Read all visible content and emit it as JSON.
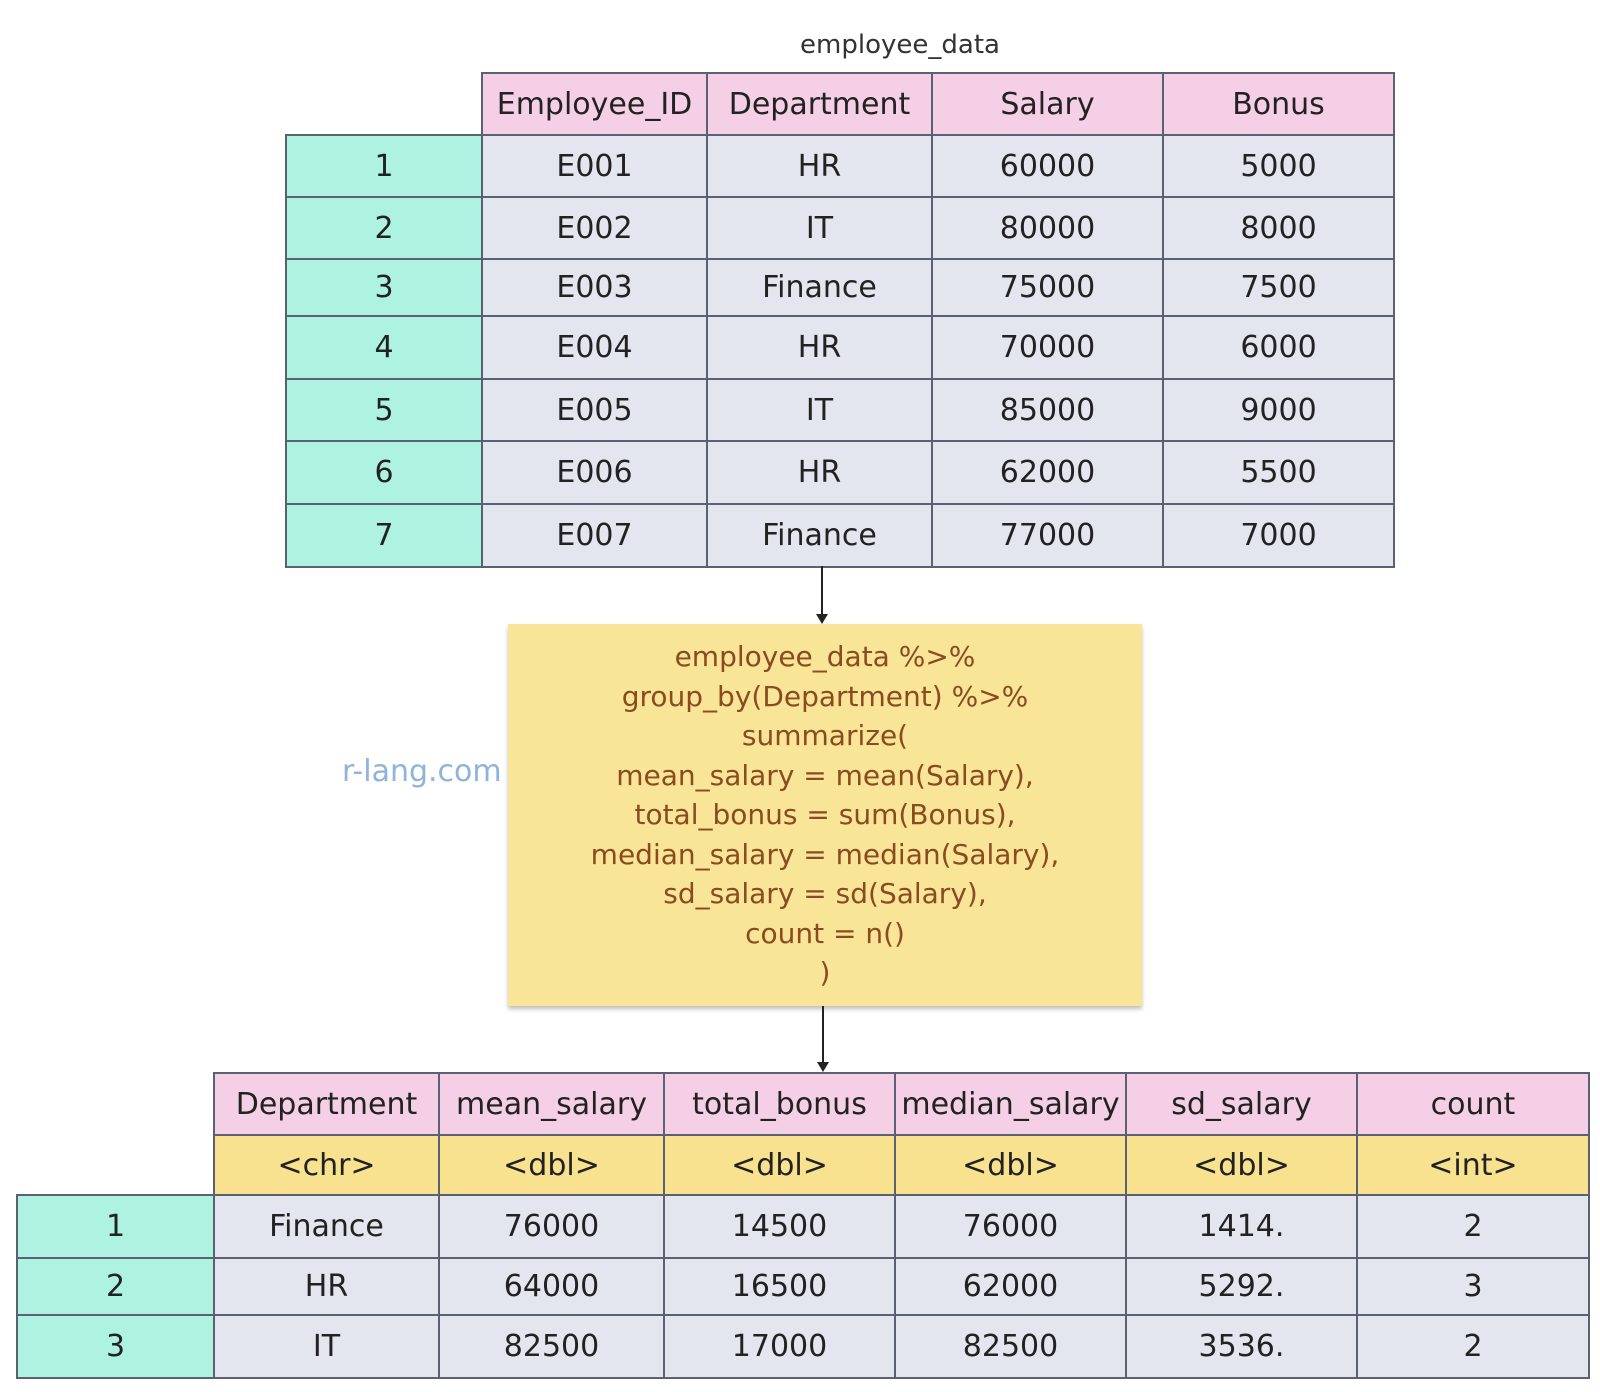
{
  "input_table": {
    "title": "employee_data",
    "columns": [
      "Employee_ID",
      "Department",
      "Salary",
      "Bonus"
    ],
    "rows": [
      {
        "index": "1",
        "cells": [
          "E001",
          "HR",
          "60000",
          "5000"
        ]
      },
      {
        "index": "2",
        "cells": [
          "E002",
          "IT",
          "80000",
          "8000"
        ]
      },
      {
        "index": "3",
        "cells": [
          "E003",
          "Finance",
          "75000",
          "7500"
        ]
      },
      {
        "index": "4",
        "cells": [
          "E004",
          "HR",
          "70000",
          "6000"
        ]
      },
      {
        "index": "5",
        "cells": [
          "E005",
          "IT",
          "85000",
          "9000"
        ]
      },
      {
        "index": "6",
        "cells": [
          "E006",
          "HR",
          "62000",
          "5500"
        ]
      },
      {
        "index": "7",
        "cells": [
          "E007",
          "Finance",
          "77000",
          "7000"
        ]
      }
    ]
  },
  "code": {
    "lines": [
      "employee_data %>%",
      "group_by(Department) %>%",
      "summarize(",
      "mean_salary = mean(Salary),",
      "total_bonus = sum(Bonus),",
      "median_salary = median(Salary),",
      "sd_salary = sd(Salary),",
      "count = n()",
      ")"
    ]
  },
  "watermark": "r-lang.com",
  "output_table": {
    "columns": [
      "Department",
      "mean_salary",
      "total_bonus",
      "median_salary",
      "sd_salary",
      "count"
    ],
    "types": [
      "<chr>",
      "<dbl>",
      "<dbl>",
      "<dbl>",
      "<dbl>",
      "<int>"
    ],
    "rows": [
      {
        "index": "1",
        "cells": [
          "Finance",
          "76000",
          "14500",
          "76000",
          "1414.",
          "2"
        ]
      },
      {
        "index": "2",
        "cells": [
          "HR",
          "64000",
          "16500",
          "62000",
          "5292.",
          "3"
        ]
      },
      {
        "index": "3",
        "cells": [
          "IT",
          "82500",
          "17000",
          "82500",
          "3536.",
          "2"
        ]
      }
    ]
  },
  "colors": {
    "header_bg": "#f5cfe6",
    "header_text": "#a0245c",
    "type_bg": "#f9e28f",
    "index_bg": "#aef2e2",
    "cell_bg": "#e3e6ee",
    "code_bg": "#f9e598",
    "code_text": "#8a4b1e",
    "watermark": "#8fb3d9"
  }
}
